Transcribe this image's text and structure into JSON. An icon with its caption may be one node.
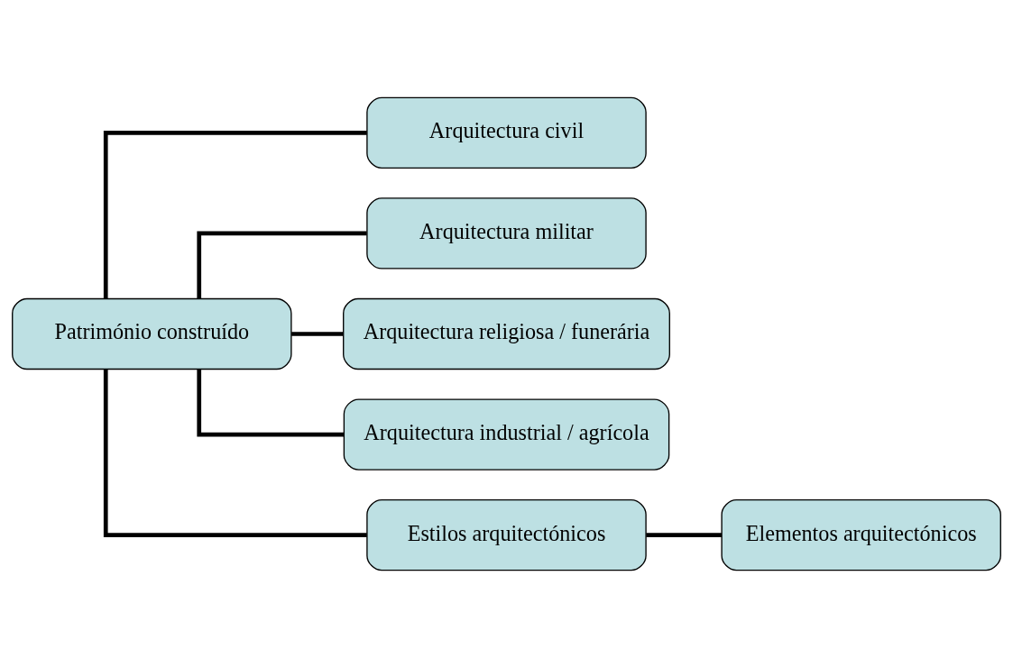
{
  "diagram": {
    "nodes": [
      {
        "text": [
          "Património construído"
        ]
      },
      {
        "text": [
          "Arquitectura civil"
        ]
      },
      {
        "text": [
          "Arquitectura militar"
        ]
      },
      {
        "text": [
          "Arquitectura religiosa / funerária"
        ]
      },
      {
        "text": [
          "Arquitectura industrial / agrícola"
        ]
      },
      {
        "text": [
          "Estilos arquitectónicos"
        ]
      },
      {
        "text": [
          "Elementos arquitectónicos"
        ]
      }
    ],
    "edges": [
      {
        "from": 0,
        "to": 1,
        "arrow": "none"
      },
      {
        "from": 0,
        "to": 2,
        "arrow": "none"
      },
      {
        "from": 0,
        "to": 3,
        "arrow": "none"
      },
      {
        "from": 0,
        "to": 4,
        "arrow": "none"
      },
      {
        "from": 0,
        "to": 5,
        "arrow": "none"
      },
      {
        "from": 5,
        "to": 6,
        "arrow": "none"
      }
    ]
  }
}
